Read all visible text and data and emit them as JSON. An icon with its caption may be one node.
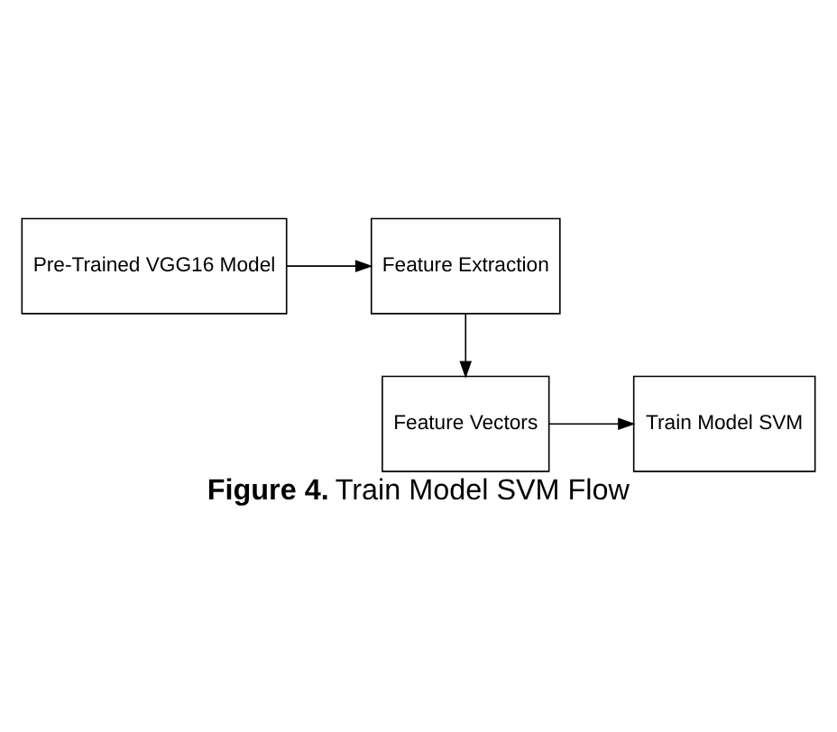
{
  "diagram": {
    "caption": "**Figure 4.** Train Model SVM Flow",
    "nodes": [
      {
        "text": [
          "Feature Extraction"
        ]
      },
      {
        "text": [
          "Pre-Trained VGG16 Model"
        ]
      },
      {
        "text": [
          "Feature Vectors"
        ]
      },
      {
        "text": [
          "Train Model SVM"
        ]
      }
    ],
    "edges": [
      {
        "from": 1,
        "to": 0,
        "arrow": "to"
      },
      {
        "from": 0,
        "to": 2,
        "arrow": "to"
      },
      {
        "from": 2,
        "to": 3,
        "arrow": "to"
      }
    ]
  }
}
